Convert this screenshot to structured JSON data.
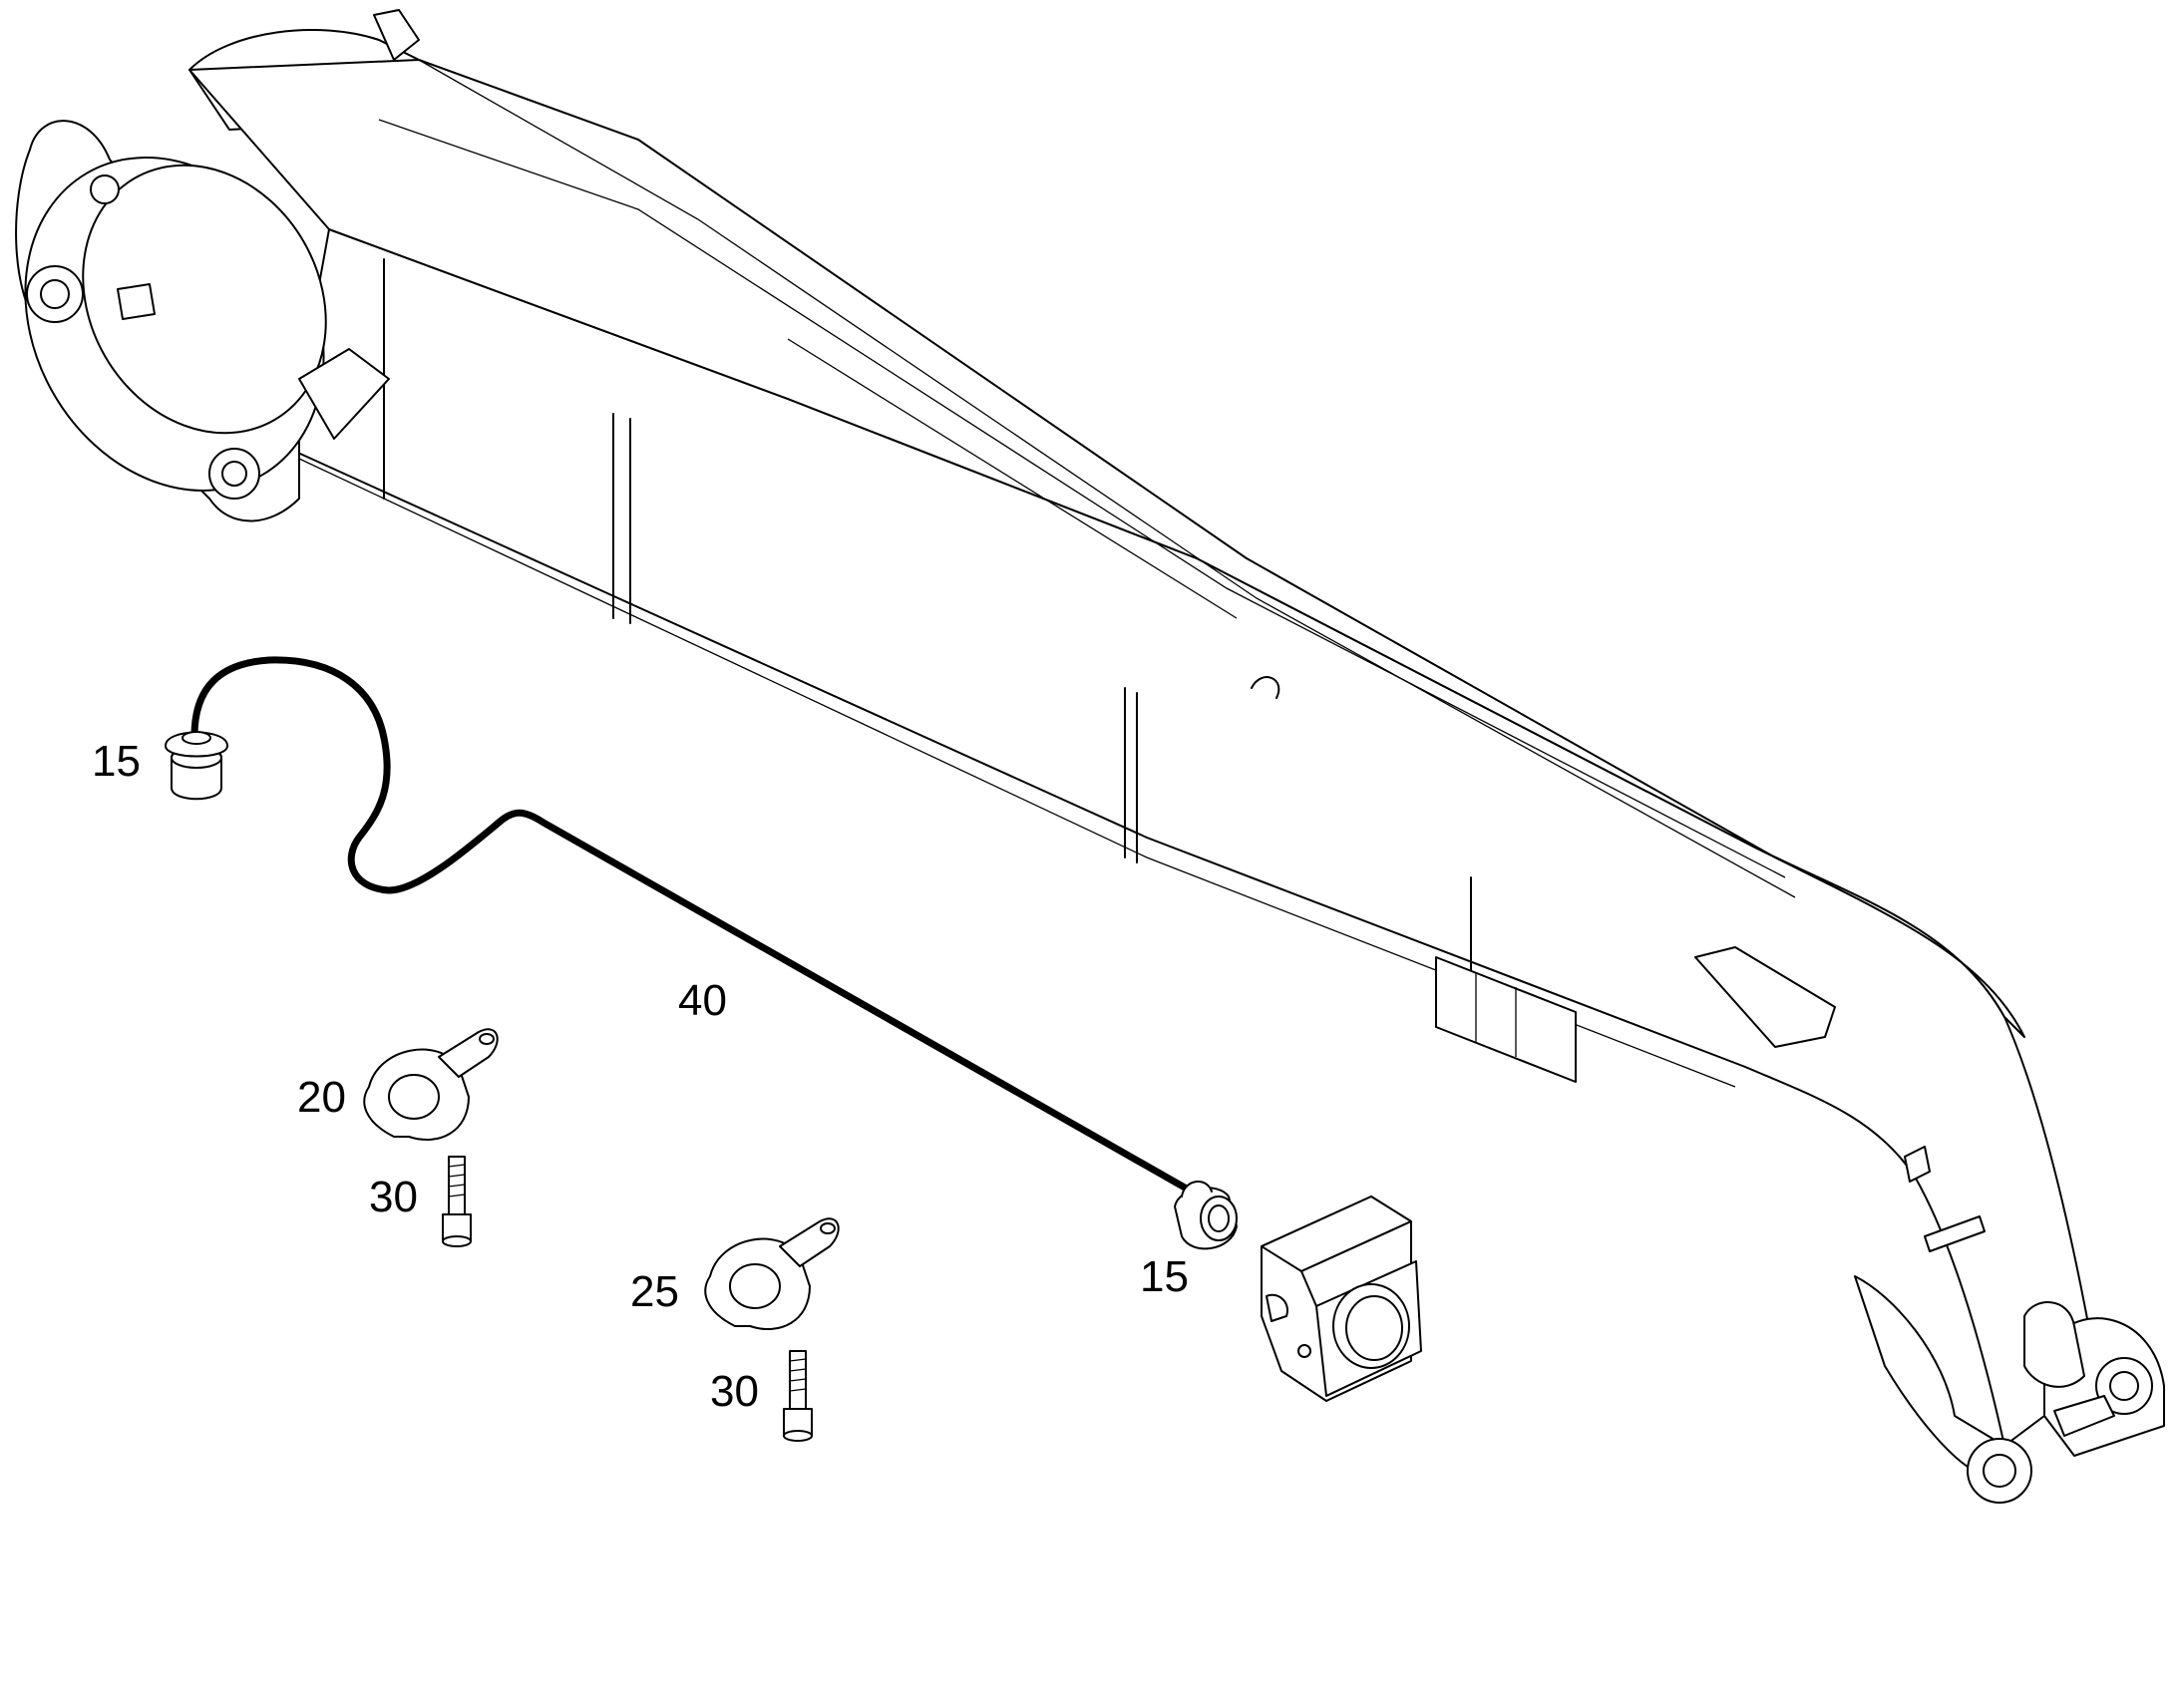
{
  "diagram": {
    "callouts": [
      {
        "id": "connector-top",
        "label": "15"
      },
      {
        "id": "cable",
        "label": "40"
      },
      {
        "id": "clamp-upper",
        "label": "20"
      },
      {
        "id": "bolt-upper",
        "label": "30"
      },
      {
        "id": "connector-bottom",
        "label": "15"
      },
      {
        "id": "clamp-lower",
        "label": "25"
      },
      {
        "id": "bolt-lower",
        "label": "30"
      }
    ],
    "colors": {
      "line": "#000000",
      "background": "#ffffff"
    },
    "icons": [
      "boom-arm",
      "cable-harness",
      "plug-connector",
      "p-clamp",
      "socket-head-bolt",
      "camera-housing"
    ]
  }
}
